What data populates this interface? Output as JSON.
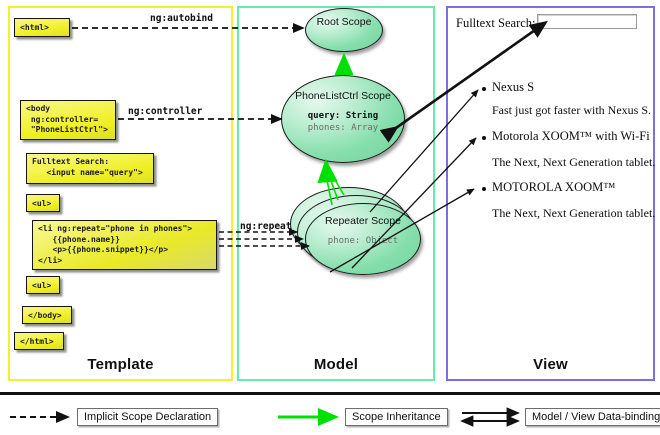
{
  "columns": [
    {
      "key": "template",
      "label": "Template",
      "border_color": "#f2f22a"
    },
    {
      "key": "model",
      "label": "Model",
      "border_color": "#63edab"
    },
    {
      "key": "view",
      "label": "View",
      "border_color": "#7a6fe0"
    }
  ],
  "template": {
    "boxes": [
      {
        "name": "html-open",
        "text": "<html>"
      },
      {
        "name": "body-open",
        "text": "<body\n ng:controller=\n \"PhoneListCtrl\">"
      },
      {
        "name": "fulltext-search",
        "text": "Fulltext Search:\n   <input name=\"query\">"
      },
      {
        "name": "ul-open",
        "text": "<ul>"
      },
      {
        "name": "li-repeat",
        "text": "<li ng:repeat=\"phone in phones\">\n   {{phone.name}}\n   <p>{{phone.snippet}}</p>\n</li>"
      },
      {
        "name": "ul-close",
        "text": "<ul>"
      },
      {
        "name": "body-close",
        "text": "</body>"
      },
      {
        "name": "html-close",
        "text": "</html>"
      }
    ]
  },
  "model": {
    "scopes": [
      {
        "name": "root-scope",
        "title": "Root\nScope",
        "props": []
      },
      {
        "name": "phonelistctrl-scope",
        "title": "PhoneListCtrl\nScope",
        "props": [
          {
            "text": "query: String",
            "style": "bold"
          },
          {
            "text": "phones: Array",
            "style": "muted"
          }
        ]
      },
      {
        "name": "repeater-scope",
        "title": "Repeater\nScope",
        "props": [
          {
            "text": "phone: Object",
            "style": "muted"
          }
        ]
      }
    ]
  },
  "view": {
    "search_label": "Fulltext Search:",
    "search_value": "",
    "search_placeholder": "",
    "items": [
      {
        "name": "Nexus S",
        "snippet": "Fast just got faster with Nexus S."
      },
      {
        "name": "Motorola XOOM™  with Wi-Fi",
        "snippet": "The Next, Next Generation tablet."
      },
      {
        "name": "MOTOROLA XOOM™",
        "snippet": "The Next, Next Generation tablet."
      }
    ]
  },
  "edges": [
    {
      "name": "ng-autobind",
      "label": "ng:autobind",
      "kind": "implicit-scope-declaration"
    },
    {
      "name": "ng-controller",
      "label": "ng:controller",
      "kind": "implicit-scope-declaration"
    },
    {
      "name": "ng-repeat",
      "label": "ng:repeat",
      "kind": "implicit-scope-declaration"
    }
  ],
  "legend": [
    {
      "name": "implicit-scope-declaration",
      "label": "Implicit Scope Declaration",
      "arrow": "dashed-black"
    },
    {
      "name": "scope-inheritance",
      "label": "Scope Inheritance",
      "arrow": "solid-green"
    },
    {
      "name": "model-view-data-binding",
      "label": "Model / View Data-binding",
      "arrow": "double-black"
    }
  ],
  "colors": {
    "template_border": "#f2f22a",
    "model_border": "#63edab",
    "view_border": "#7a6fe0",
    "scope_fill": "#8bdfb0",
    "code_fill": "#eeee1f",
    "inheritance_arrow": "#00e000"
  }
}
